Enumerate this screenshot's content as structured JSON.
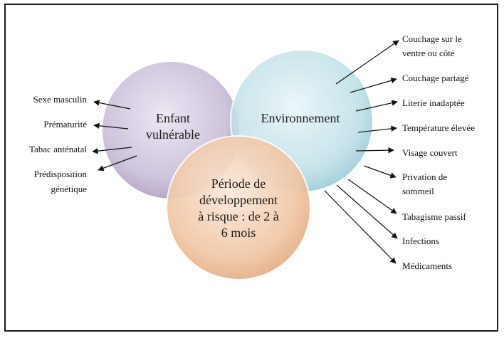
{
  "colors": {
    "vulnerable_fill": "#c9bfd8",
    "environment_fill": "#bfe0e7",
    "period_fill": "#f2c9a8",
    "arrow": "#111111",
    "border": "#1a1a1a"
  },
  "circles": {
    "vulnerable": {
      "line1": "Enfant",
      "line2": "vulnérable"
    },
    "environment": {
      "label": "Environnement"
    },
    "period": {
      "line1": "Période de",
      "line2": "développement",
      "line3": "à risque : de 2 à",
      "line4": "6 mois"
    }
  },
  "left_factors": [
    "Sexe masculin",
    "Prématurité",
    "Tabac anténatal",
    "Prédisposition",
    "génétique"
  ],
  "right_factors": [
    "Couchage sur le",
    "ventre ou côté",
    "Couchage partagé",
    "Literie inadaptée",
    "Température élevée",
    "Visage couvert",
    "Privation de",
    "sommeil",
    "Tabagisme passif",
    "Infections",
    "Médicaments"
  ]
}
